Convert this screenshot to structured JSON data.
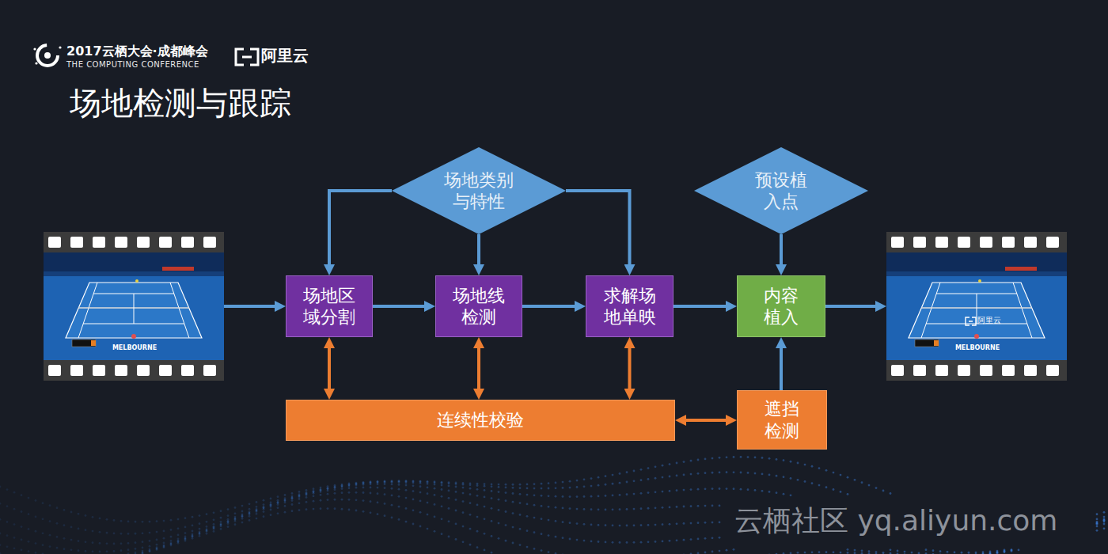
{
  "diagram": {
    "title": "场地检测与跟踪",
    "nodes": [
      {
        "text": [
          "场地类别与特性"
        ]
      },
      {
        "text": [
          "预设植入点"
        ]
      },
      {
        "text": [
          "场地区域分割"
        ]
      },
      {
        "text": [
          "场地线检测"
        ]
      },
      {
        "text": [
          "求解场地单映"
        ]
      },
      {
        "text": [
          "内容植入"
        ]
      },
      {
        "text": [
          "连续性校验"
        ]
      },
      {
        "text": [
          "遮挡检测"
        ]
      }
    ],
    "edges": [
      {
        "from": 0,
        "to": 2,
        "arrow": "to"
      },
      {
        "from": 0,
        "to": 3,
        "arrow": "to"
      },
      {
        "from": 0,
        "to": 4,
        "arrow": "to"
      },
      {
        "from": 1,
        "to": 5,
        "arrow": "to"
      },
      {
        "from": 2,
        "to": 3,
        "arrow": "to"
      },
      {
        "from": 3,
        "to": 4,
        "arrow": "to"
      },
      {
        "from": 4,
        "to": 5,
        "arrow": "to"
      },
      {
        "from": 2,
        "to": 6,
        "arrow": "both"
      },
      {
        "from": 3,
        "to": 6,
        "arrow": "both"
      },
      {
        "from": 4,
        "to": 6,
        "arrow": "both"
      },
      {
        "from": 6,
        "to": 7,
        "arrow": "both"
      },
      {
        "from": 7,
        "to": 5,
        "arrow": "to"
      }
    ],
    "labels": [
      "2017云栖大会·成都峰会",
      "THE COMPUTING CONFERENCE",
      "阿里云",
      "MELBOURNE",
      "MELBOURNE",
      "阿里云",
      "云栖社区 yq.aliyun.com"
    ]
  }
}
